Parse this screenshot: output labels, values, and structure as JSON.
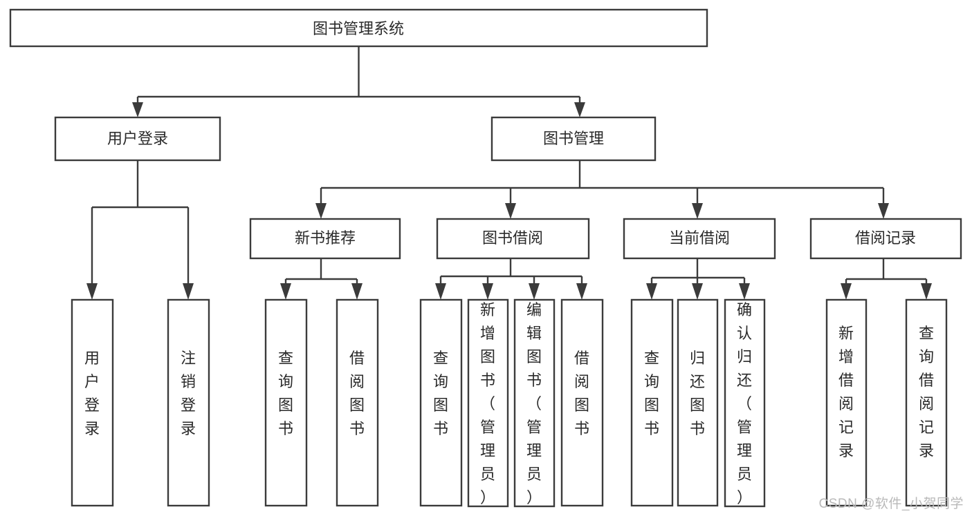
{
  "diagram": {
    "title": "图书管理系统",
    "watermark": "CSDN @软件_小贺同学",
    "colors": {
      "stroke": "#3b3b3b",
      "box_fill": "#ffffff",
      "text": "#2a2a2a",
      "background": "#ffffff",
      "watermark": "#b9b9b9"
    },
    "root": {
      "label": "图书管理系统",
      "orientation": "horizontal"
    },
    "level2": [
      {
        "label": "用户登录",
        "orientation": "horizontal"
      },
      {
        "label": "图书管理",
        "orientation": "horizontal"
      }
    ],
    "level3": [
      {
        "label": "新书推荐",
        "orientation": "horizontal",
        "parent": "图书管理"
      },
      {
        "label": "图书借阅",
        "orientation": "horizontal",
        "parent": "图书管理"
      },
      {
        "label": "当前借阅",
        "orientation": "horizontal",
        "parent": "图书管理"
      },
      {
        "label": "借阅记录",
        "orientation": "horizontal",
        "parent": "图书管理"
      }
    ],
    "leaves": {
      "user_login": [
        {
          "label": "用户登录",
          "orientation": "vertical"
        },
        {
          "label": "注销登录",
          "orientation": "vertical"
        }
      ],
      "new_book_recommend": [
        {
          "label": "查询图书",
          "orientation": "vertical"
        },
        {
          "label": "借阅图书",
          "orientation": "vertical"
        }
      ],
      "book_borrow": [
        {
          "label": "查询图书",
          "orientation": "vertical"
        },
        {
          "label": "新增图书（管理员）",
          "orientation": "vertical"
        },
        {
          "label": "编辑图书（管理员）",
          "orientation": "vertical"
        },
        {
          "label": "借阅图书",
          "orientation": "vertical"
        }
      ],
      "current_borrow": [
        {
          "label": "查询图书",
          "orientation": "vertical"
        },
        {
          "label": "归还图书",
          "orientation": "vertical"
        },
        {
          "label": "确认归还（管理员）",
          "orientation": "vertical"
        }
      ],
      "borrow_record": [
        {
          "label": "新增借阅记录",
          "orientation": "vertical"
        },
        {
          "label": "查询借阅记录",
          "orientation": "vertical"
        }
      ]
    }
  },
  "chart_data": {
    "type": "diagram",
    "title": "图书管理系统 功能结构图",
    "nodes": [
      {
        "id": "root",
        "label": "图书管理系统",
        "level": 1
      },
      {
        "id": "n_user_login",
        "label": "用户登录",
        "level": 2
      },
      {
        "id": "n_book_mgmt",
        "label": "图书管理",
        "level": 2
      },
      {
        "id": "n_new_book",
        "label": "新书推荐",
        "level": 3
      },
      {
        "id": "n_borrow",
        "label": "图书借阅",
        "level": 3
      },
      {
        "id": "n_current",
        "label": "当前借阅",
        "level": 3
      },
      {
        "id": "n_record",
        "label": "借阅记录",
        "level": 3
      },
      {
        "id": "l_user_login",
        "label": "用户登录",
        "level": 4
      },
      {
        "id": "l_logout",
        "label": "注销登录",
        "level": 4
      },
      {
        "id": "l_nb_query",
        "label": "查询图书",
        "level": 4
      },
      {
        "id": "l_nb_borrow",
        "label": "借阅图书",
        "level": 4
      },
      {
        "id": "l_bb_query",
        "label": "查询图书",
        "level": 4
      },
      {
        "id": "l_bb_add",
        "label": "新增图书（管理员）",
        "level": 4
      },
      {
        "id": "l_bb_edit",
        "label": "编辑图书（管理员）",
        "level": 4
      },
      {
        "id": "l_bb_borrow",
        "label": "借阅图书",
        "level": 4
      },
      {
        "id": "l_cb_query",
        "label": "查询图书",
        "level": 4
      },
      {
        "id": "l_cb_return",
        "label": "归还图书",
        "level": 4
      },
      {
        "id": "l_cb_confirm",
        "label": "确认归还（管理员）",
        "level": 4
      },
      {
        "id": "l_rec_add",
        "label": "新增借阅记录",
        "level": 4
      },
      {
        "id": "l_rec_query",
        "label": "查询借阅记录",
        "level": 4
      }
    ],
    "edges": [
      {
        "from": "root",
        "to": "n_user_login"
      },
      {
        "from": "root",
        "to": "n_book_mgmt"
      },
      {
        "from": "n_user_login",
        "to": "l_user_login"
      },
      {
        "from": "n_user_login",
        "to": "l_logout"
      },
      {
        "from": "n_book_mgmt",
        "to": "n_new_book"
      },
      {
        "from": "n_book_mgmt",
        "to": "n_borrow"
      },
      {
        "from": "n_book_mgmt",
        "to": "n_current"
      },
      {
        "from": "n_book_mgmt",
        "to": "n_record"
      },
      {
        "from": "n_new_book",
        "to": "l_nb_query"
      },
      {
        "from": "n_new_book",
        "to": "l_nb_borrow"
      },
      {
        "from": "n_borrow",
        "to": "l_bb_query"
      },
      {
        "from": "n_borrow",
        "to": "l_bb_add"
      },
      {
        "from": "n_borrow",
        "to": "l_bb_edit"
      },
      {
        "from": "n_borrow",
        "to": "l_bb_borrow"
      },
      {
        "from": "n_current",
        "to": "l_cb_query"
      },
      {
        "from": "n_current",
        "to": "l_cb_return"
      },
      {
        "from": "n_current",
        "to": "l_cb_confirm"
      },
      {
        "from": "n_record",
        "to": "l_rec_add"
      },
      {
        "from": "n_record",
        "to": "l_rec_query"
      }
    ]
  }
}
